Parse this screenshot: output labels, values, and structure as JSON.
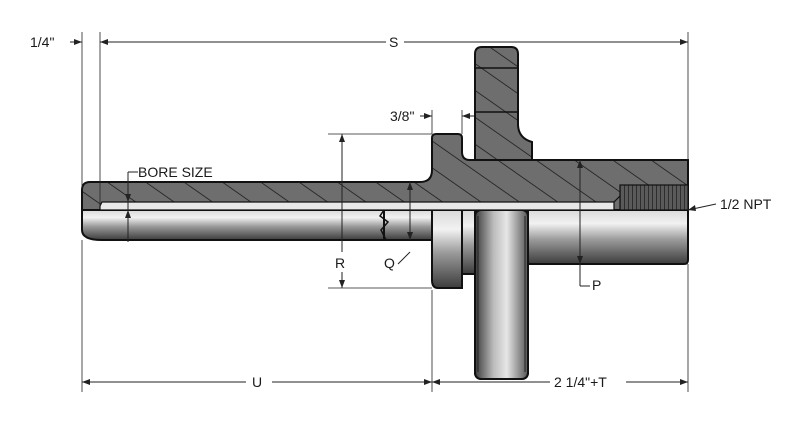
{
  "labels": {
    "top_offset": "1/4\"",
    "overall_length": "S",
    "collar_width": "3/8\"",
    "bore_size": "BORE SIZE",
    "thread": "1/2 NPT",
    "root_diameter": "R",
    "tip_diameter": "Q",
    "head_diameter": "P",
    "insertion_length": "U",
    "head_length": "2 1/4\"+T"
  },
  "colors": {
    "metal_light": "#c8c8c8",
    "metal_mid": "#8a8a8a",
    "metal_dark": "#3a3a3a",
    "section": "#6e6e6e",
    "line": "#111111"
  }
}
